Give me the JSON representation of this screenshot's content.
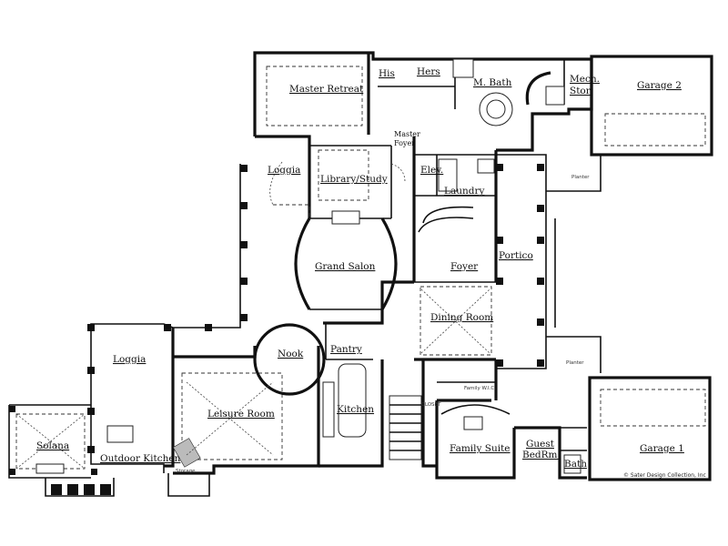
{
  "plan": {
    "copyright": "© Sater Design Collection, Inc",
    "rooms": {
      "master_retreat": "Master Retreat",
      "his": "His",
      "hers": "Hers",
      "m_bath": "M. Bath",
      "mech": "Mech.",
      "stor": "Stor.",
      "garage2": "Garage 2",
      "master_foyer_1": "Master",
      "master_foyer_2": "Foyer",
      "loggia_top": "Loggia",
      "library": "Library/Study",
      "elev": "Elev.",
      "laundry": "Laundry",
      "grand_salon": "Grand Salon",
      "foyer": "Foyer",
      "portico": "Portico",
      "dining": "Dining Room",
      "loggia_left": "Loggia",
      "nook": "Nook",
      "pantry": "Pantry",
      "leisure": "Leisure Room",
      "kitchen": "Kitchen",
      "solana": "Solana",
      "outdoor_kitchen": "Outdoor Kitchen",
      "family_suite": "Family Suite",
      "guest_1": "Guest",
      "guest_2": "BedRm.",
      "bath": "Bath",
      "garage1": "Garage 1",
      "planter_top": "Planter",
      "planter_bottom": "Planter",
      "storage": "Storage",
      "closet": "CLOSET",
      "family_wic": "Family W.I.C."
    }
  }
}
